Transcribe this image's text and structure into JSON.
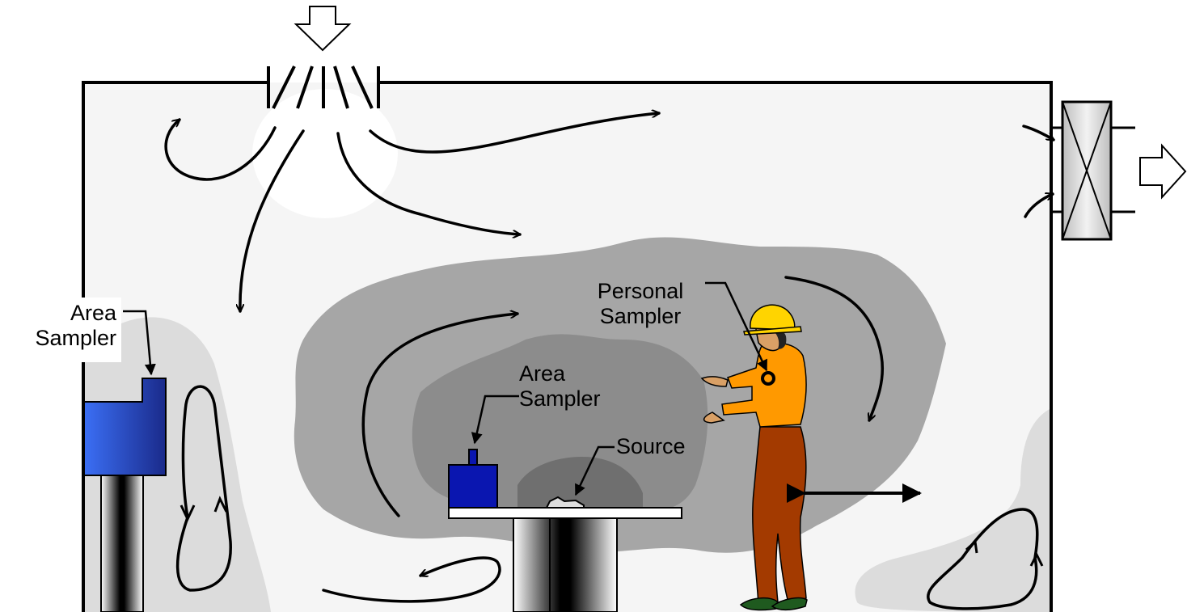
{
  "labels": {
    "area_sampler_left": {
      "line1": "Area",
      "line2": "Sampler"
    },
    "area_sampler_table": {
      "line1": "Area",
      "line2": "Sampler"
    },
    "personal_sampler": {
      "line1": "Personal",
      "line2": "Sampler"
    },
    "source": "Source"
  },
  "colors": {
    "room_fill": "#f5f5f5",
    "outer_cloud": "#dcdcdc",
    "middle_cloud": "#a6a6a6",
    "inner_cloud": "#8c8c8c",
    "core_cloud": "#6f6f6f",
    "sampler_blue": "#2c5fe0",
    "sampler_dark_blue": "#0a16b0",
    "hard_hat": "#ffd400",
    "shirt": "#ff9900",
    "pants": "#a33a00",
    "shoes": "#1f5a1f"
  },
  "icons": [
    "supply-air-arrow-icon",
    "exhaust-air-arrow-icon",
    "exhaust-filter-icon",
    "air-diffuser-icon"
  ]
}
